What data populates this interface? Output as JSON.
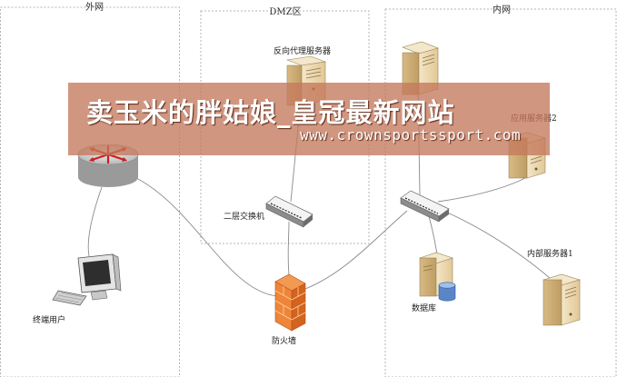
{
  "zones": {
    "external": "外网",
    "dmz": "DMZ区",
    "internal": "内网"
  },
  "nodes": {
    "reverse_proxy": "反向代理服务器",
    "app_server_2": "应用服务器2",
    "l2_switch": "二层交换机",
    "terminal_user": "终端用户",
    "firewall": "防火墙",
    "database": "数据库",
    "internal_server_1": "内部服务器1"
  },
  "watermark": {
    "title": "卖玉米的胖姑娘_皇冠最新网站",
    "url": "www.crownsportssport.com"
  }
}
